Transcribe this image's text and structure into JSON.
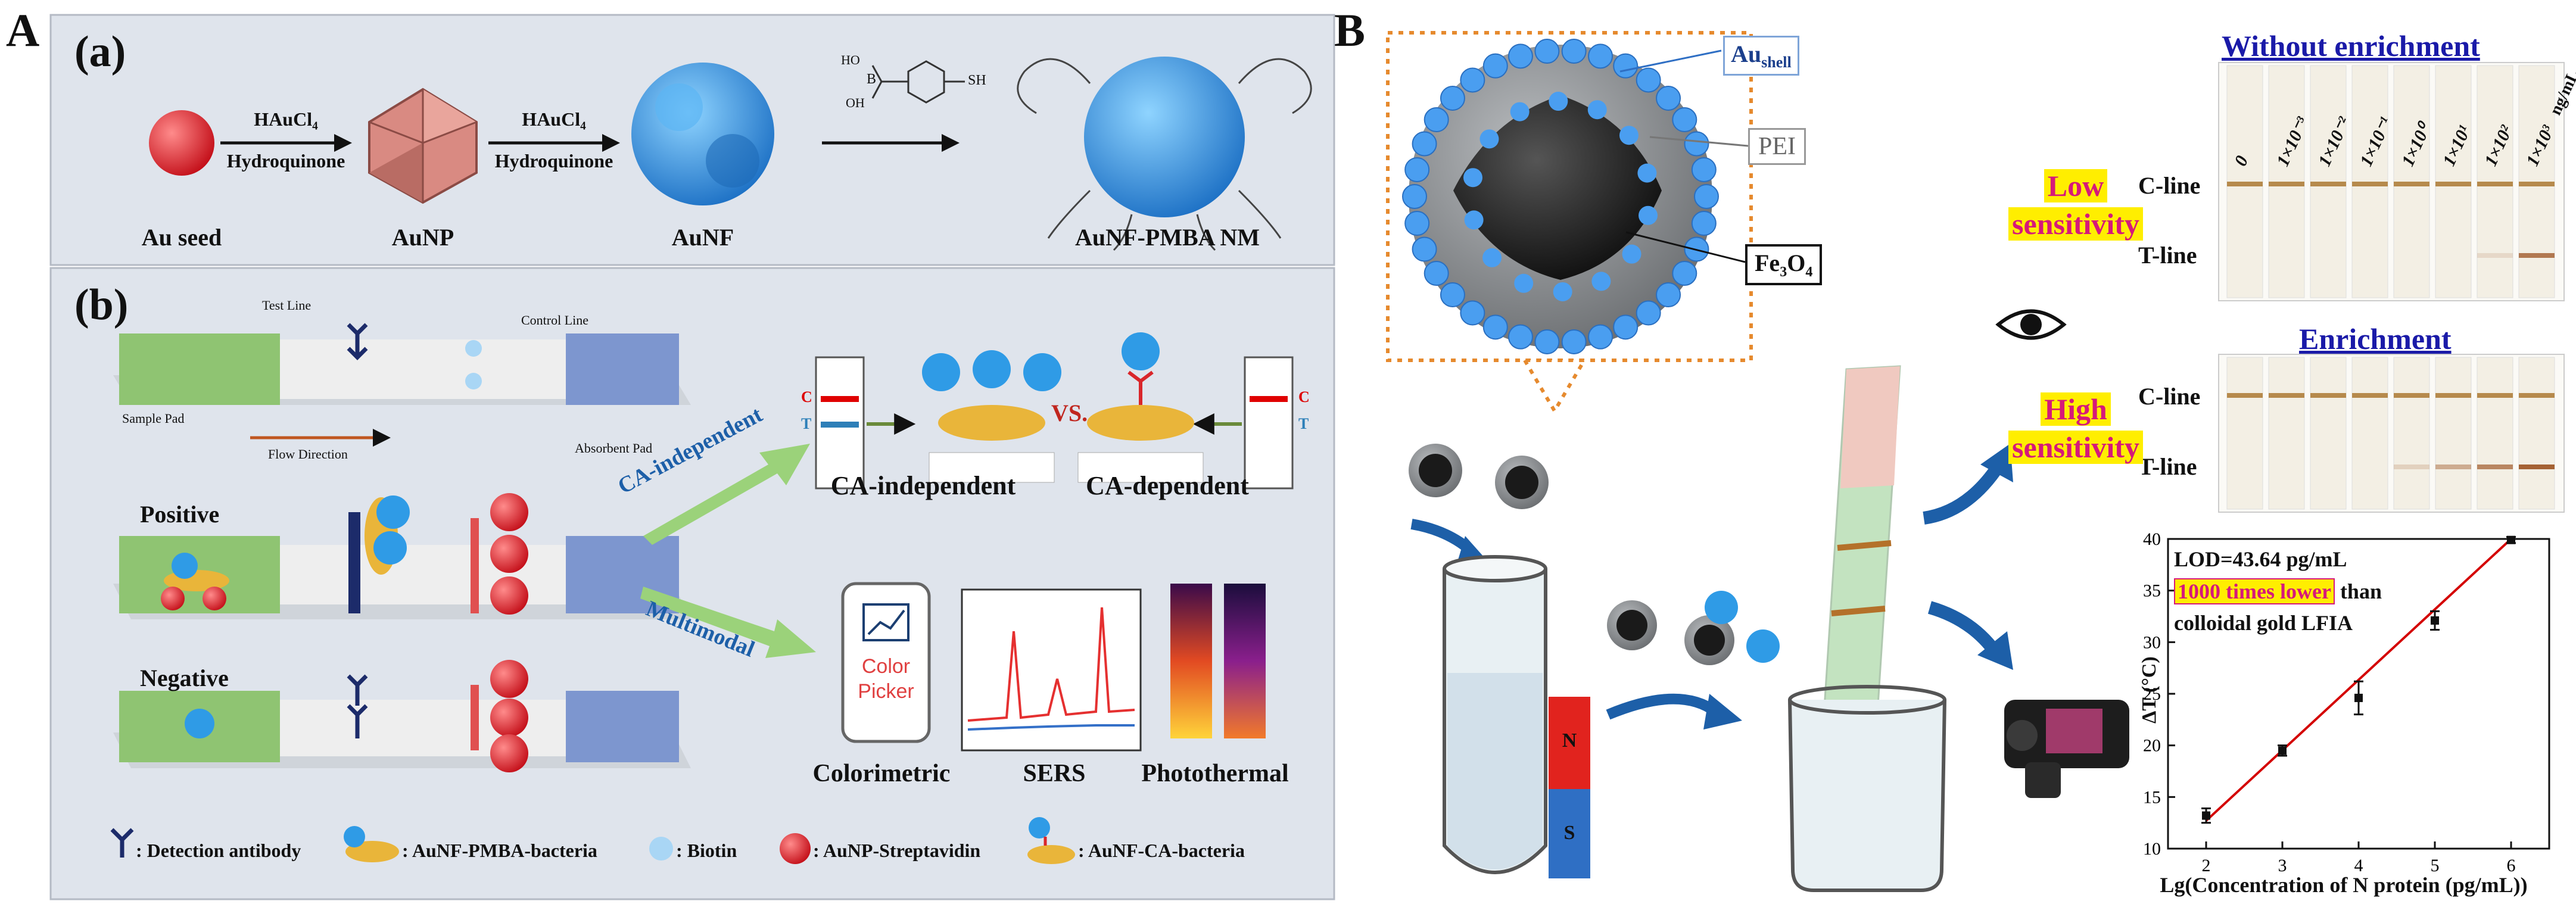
{
  "panel_a": {
    "letter": "A",
    "sub_a": {
      "label": "(a)",
      "step1_reagent": "HAuCl₄",
      "step1_reducer": "Hydroquinone",
      "step2_reagent": "HAuCl₄",
      "step2_reducer": "Hydroquinone",
      "molecule_label_b": "B",
      "molecule_label_oh1": "HO",
      "molecule_label_oh2": "OH",
      "molecule_label_sh": "SH",
      "stages": [
        "Au seed",
        "AuNP",
        "AuNF",
        "AuNF-PMBA NM"
      ]
    },
    "sub_b": {
      "label": "(b)",
      "strip_labels": {
        "test_line": "Test Line",
        "control_line": "Control Line",
        "sample_pad": "Sample Pad",
        "flow_direction": "Flow Direction",
        "absorbent_pad": "Absorbent Pad"
      },
      "rows": [
        "Positive",
        "Negative"
      ],
      "arrow_labels": [
        "CA-independent",
        "Multimodal"
      ],
      "mini_strip": {
        "c": "C",
        "t": "T"
      },
      "vs": "VS.",
      "mode_labels": [
        "CA-independent",
        "CA-dependent"
      ],
      "color_picker": [
        "Color",
        "Picker"
      ],
      "readouts": [
        "Colorimetric",
        "SERS",
        "Photothermal"
      ],
      "legend": [
        ": Detection antibody",
        ": AuNF-PMBA-bacteria",
        ": Biotin",
        ": AuNP-Streptavidin",
        ": AuNF-CA-bacteria"
      ]
    }
  },
  "panel_b": {
    "letter": "B",
    "core_labels": {
      "au": "Au",
      "au_sub": "shell",
      "pei": "PEI",
      "fe": "Fe",
      "fe_sub1": "3",
      "fe_o": "O",
      "fe_sub2": "4"
    },
    "magnet": {
      "n": "N",
      "s": "S"
    },
    "without_title": "Without enrichment",
    "enrichment_title": "Enrichment",
    "concentrations": [
      "0",
      "1×10⁻³",
      "1×10⁻²",
      "1×10⁻¹",
      "1×10⁰",
      "1×10¹",
      "1×10²",
      "1×10³"
    ],
    "conc_unit": "ng/mL",
    "c_line": "C-line",
    "t_line": "T-line",
    "low_sens": [
      "Low",
      "sensitivity"
    ],
    "high_sens": [
      "High",
      "sensitivity"
    ],
    "plot_text": {
      "lod": "LOD=43.64 pg/mL",
      "highlight": "1000 times lower",
      "than": "than",
      "colloid": "colloidal gold LFIA"
    },
    "colors": {
      "highlight_yellow": "#ffee00",
      "sens_text": "#d6197a",
      "title_blue": "#1a1aa8",
      "fit_line": "#d40000",
      "panel_a_bg": "#dfe4ec"
    }
  },
  "chart_data": {
    "type": "scatter",
    "title": "",
    "xlabel": "Lg(Concentration of N protein (pg/mL))",
    "ylabel": "ΔT (°C)",
    "xlim": [
      1.5,
      6.5
    ],
    "ylim": [
      10,
      40
    ],
    "xticks": [
      2,
      3,
      4,
      5,
      6
    ],
    "yticks": [
      10,
      15,
      20,
      25,
      30,
      35,
      40
    ],
    "series": [
      {
        "x": [
          2,
          3,
          4,
          5,
          6
        ],
        "y": [
          13.2,
          19.5,
          24.6,
          32.1,
          39.9
        ],
        "error": [
          0.7,
          0.5,
          1.6,
          0.9,
          0.3
        ]
      }
    ],
    "fit_line": {
      "x": [
        2,
        6
      ],
      "y": [
        12.7,
        40.0
      ]
    },
    "grid": false
  }
}
